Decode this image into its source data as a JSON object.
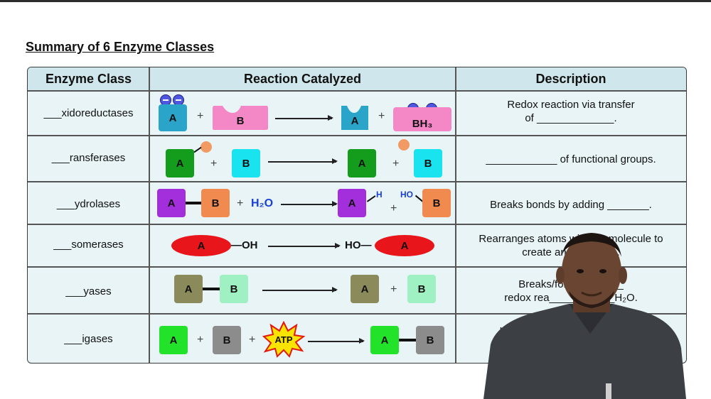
{
  "title": "Summary of 6 Enzyme Classes",
  "headers": {
    "class": "Enzyme Class",
    "reaction": "Reaction Catalyzed",
    "description": "Description"
  },
  "rows": [
    {
      "class": "___xidoreductases",
      "desc1": "Redox reaction via transfer",
      "desc2": "of _____________."
    },
    {
      "class": "___ransferases",
      "desc1": "____________ of functional groups."
    },
    {
      "class": "___ydrolases",
      "desc1": "Breaks bonds by adding _______."
    },
    {
      "class": "___somerases",
      "desc1": "Rearranges atoms within a molecule to",
      "desc2": "create an ________."
    },
    {
      "class": "___yases",
      "desc1": "Breaks/form________",
      "desc2": "redox rea___________H₂O."
    },
    {
      "class": "___igases",
      "desc1": "Use",
      "desc2": "___"
    }
  ],
  "reaction": {
    "A": "A",
    "B": "B",
    "BH3": "BH₃",
    "plus": "+",
    "h2o": "H₂O",
    "h": "H",
    "ho": "HO",
    "oh": "—OH",
    "ho_bond": "HO—",
    "atp": "ATP"
  },
  "colors": {
    "header_bg": "#cfe7ec",
    "table_bg": "#e8f4f6"
  }
}
